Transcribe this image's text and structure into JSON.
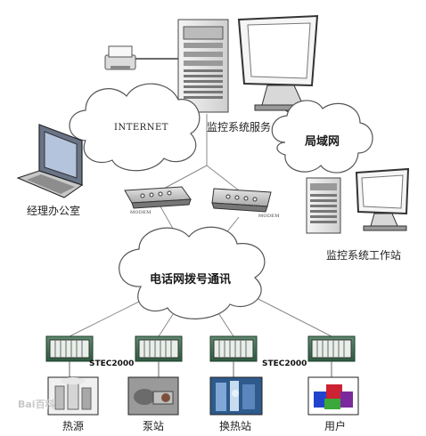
{
  "clouds": {
    "internet": "INTERNET",
    "lan": "局域网",
    "dialup": "电话网拨号通讯"
  },
  "labels": {
    "manager_office": "经理办公室",
    "monitor_server": "监控系统服务",
    "monitor_workstation": "监控系统工作站",
    "modem_left": "MODEM",
    "modem_right": "MODEM",
    "stec_left": "STEC2000",
    "stec_right": "STEC2000"
  },
  "stations": [
    {
      "label": "热源"
    },
    {
      "label": "泵站"
    },
    {
      "label": "换热站"
    },
    {
      "label": "用户"
    }
  ],
  "watermark": "Bai百科"
}
